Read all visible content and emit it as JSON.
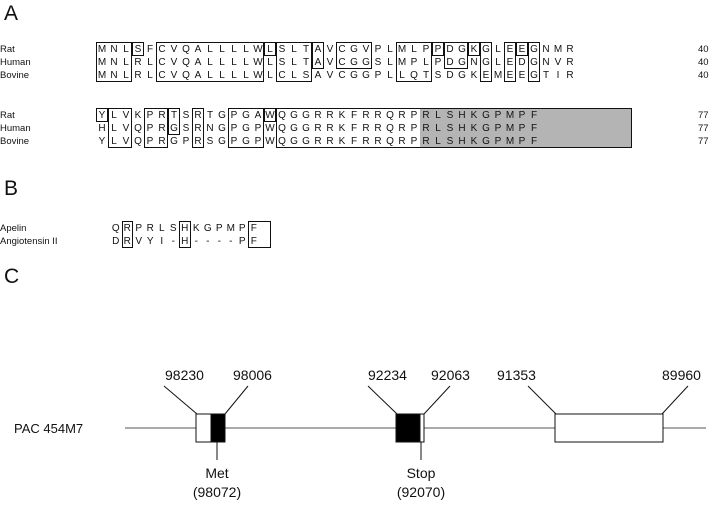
{
  "panels": [
    "A",
    "B",
    "C"
  ],
  "alignment": {
    "blocks": [
      {
        "end": "40",
        "rows": [
          {
            "species": "Rat",
            "seq": "MNLSFCVQALLLLWLSLTAVCGVPLMLPPDGKGLEEGNMR"
          },
          {
            "species": "Human",
            "seq": "MNLRLCVQALLLLWLSLTAVCGGSLMPLPDGNGLEDGNVR"
          },
          {
            "species": "Bovine",
            "seq": "MNLRLCVQALLLLWLCLSAVCGGPLLQTSDGKEMEEGTIR"
          }
        ]
      },
      {
        "end": "77",
        "rows": [
          {
            "species": "Rat",
            "seq": "YLVKPRTSRTGPGAWQGGRRKFRRQRPRLSHKGPMPF"
          },
          {
            "species": "Human",
            "seq": "HLVQPRGSRNGPGPWQGGRRKFRRQRPRLSHKGPMPF"
          },
          {
            "species": "Bovine",
            "seq": "YLVQPRGPRSGPGPWQGGRRKFRRQRPRLSHKGPMPF"
          }
        ]
      }
    ],
    "shade_color": "#b4b4b4"
  },
  "peptides": [
    {
      "name": "Apelin",
      "seq": "QRPRLSHKGPMPF"
    },
    {
      "name": "Angiotensin II",
      "seq": "DRVYI-H----PF"
    }
  ],
  "gene": {
    "construct": "PAC 454M7",
    "coords": {
      "exon1_left": "98230",
      "exon1_right": "98006",
      "exon2_left": "92234",
      "exon2_right": "92063",
      "exon3_left": "91353",
      "exon3_right": "89960"
    },
    "met_label": "Met",
    "met_coord": "(98072)",
    "stop_label": "Stop",
    "stop_coord": "(92070)"
  }
}
